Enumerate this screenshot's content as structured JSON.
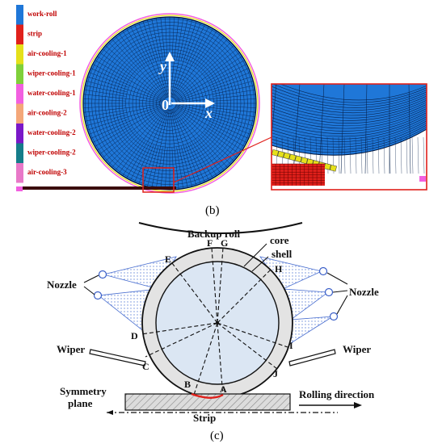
{
  "legend": {
    "items": [
      {
        "label": "work-roll",
        "color": "#1f77d8"
      },
      {
        "label": "strip",
        "color": "#e0201b"
      },
      {
        "label": "air-cooling-1",
        "color": "#e5e01a"
      },
      {
        "label": "wiper-cooling-1",
        "color": "#7fd03a"
      },
      {
        "label": "water-cooling-1",
        "color": "#f25fe0"
      },
      {
        "label": "air-cooling-2",
        "color": "#f4a779"
      },
      {
        "label": "water-cooling-2",
        "color": "#7a18c8"
      },
      {
        "label": "wiper-cooling-2",
        "color": "#157d8a"
      },
      {
        "label": "air-cooling-3",
        "color": "#e878c8"
      }
    ]
  },
  "mesh_panel": {
    "axis_y": "y",
    "axis_x": "x",
    "origin": "0",
    "caption": "(b)",
    "mesh_color": "#1f77d8",
    "zoom_box_color": "#e0201b"
  },
  "schematic": {
    "caption": "(c)",
    "backup_roll_label": "Backup roll",
    "core_label": "core",
    "shell_label": "shell",
    "nozzle_left_label": "Nozzle",
    "nozzle_right_label": "Nozzle",
    "wiper_left_label": "Wiper",
    "wiper_right_label": "Wiper",
    "symmetry_label_line1": "Symmetry",
    "symmetry_label_line2": "plane",
    "rolling_direction_label": "Rolling direction",
    "strip_label": "Strip",
    "points": [
      "A",
      "B",
      "C",
      "D",
      "E",
      "F",
      "G",
      "H",
      "I",
      "J"
    ],
    "spray_color": "#4a6fd0",
    "contact_arc_color": "#e0201b"
  }
}
